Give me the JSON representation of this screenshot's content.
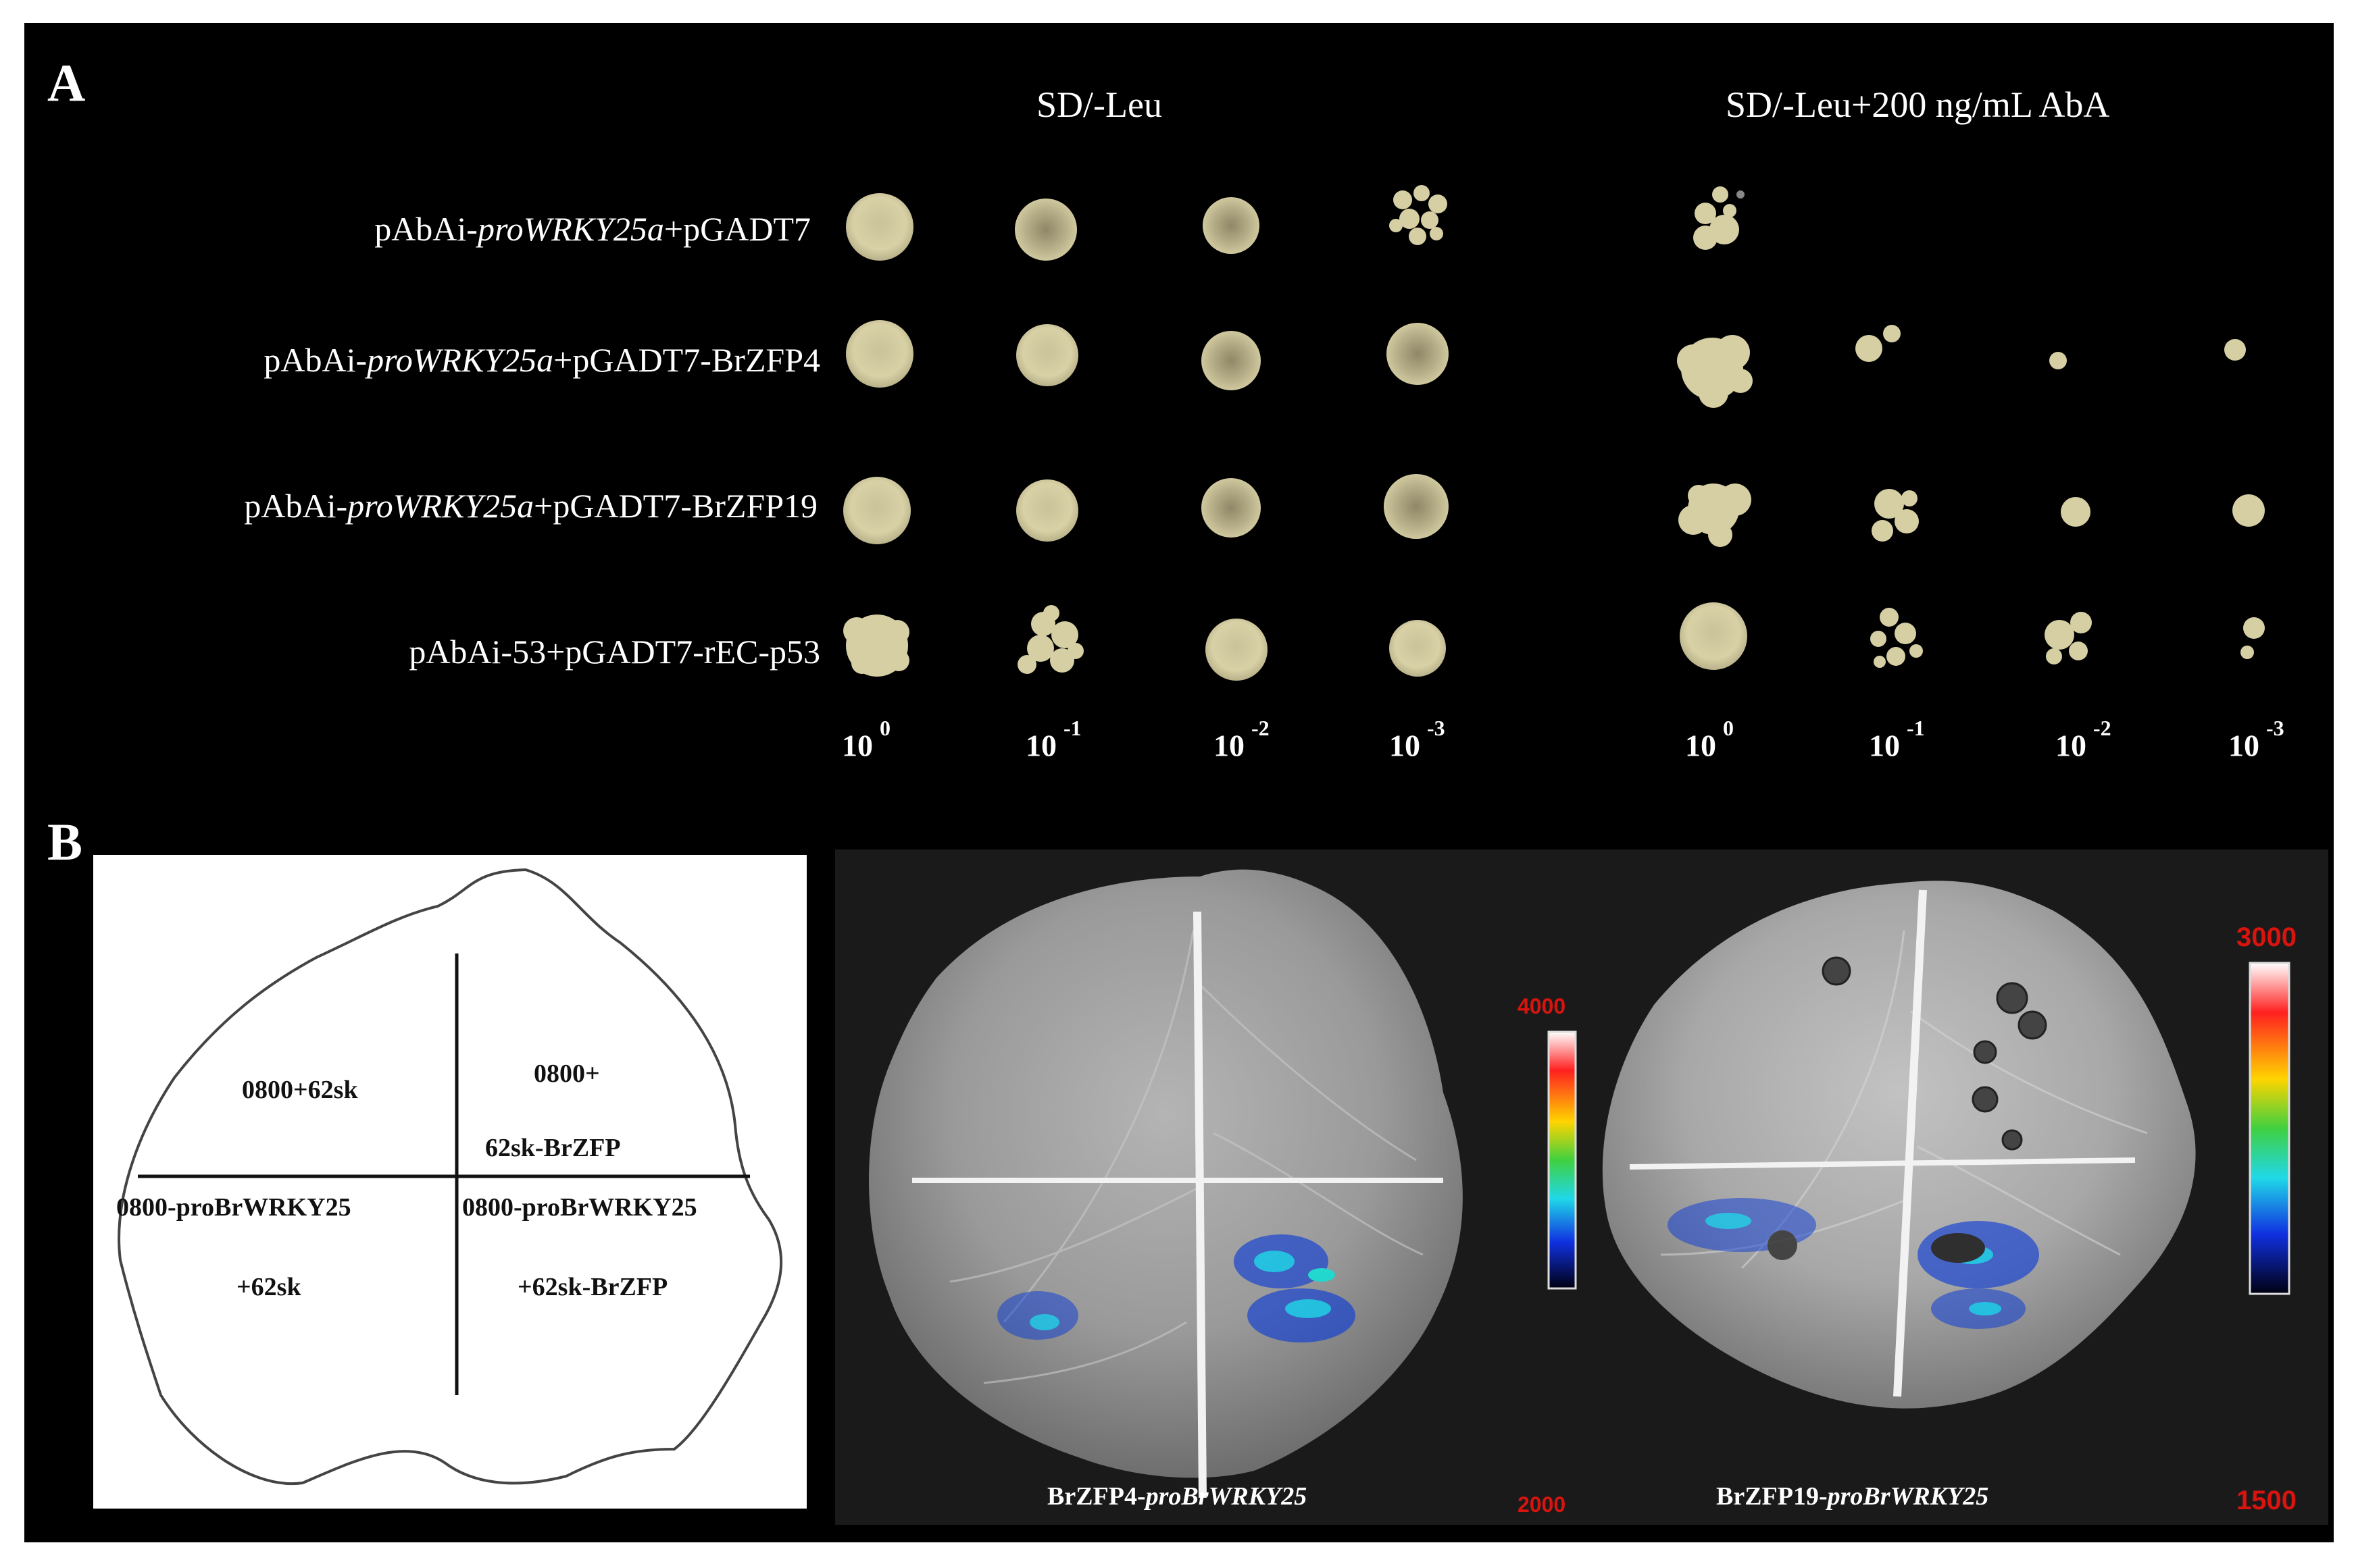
{
  "panels": {
    "a_letter": "A",
    "b_letter": "B"
  },
  "panel_a": {
    "conditions": [
      "SD/-Leu",
      "SD/-Leu+200 ng/mL AbA"
    ],
    "strains": [
      {
        "pre": "pAbAi-",
        "ital": "proWRKY25a",
        "post": "+pGADT7"
      },
      {
        "pre": "pAbAi-",
        "ital": "proWRKY25a",
        "post": "+pGADT7-BrZFP4"
      },
      {
        "pre": "pAbAi-",
        "ital": "proWRKY25a",
        "post": "+pGADT7-BrZFP19"
      },
      {
        "pre": "pAbAi-53+pGADT7-rEC-p53",
        "ital": "",
        "post": ""
      }
    ],
    "dilutions": [
      {
        "base": "10",
        "exp": "0"
      },
      {
        "base": "10",
        "exp": "-1"
      },
      {
        "base": "10",
        "exp": "-2"
      },
      {
        "base": "10",
        "exp": "-3"
      },
      {
        "base": "10",
        "exp": "0"
      },
      {
        "base": "10",
        "exp": "-1"
      },
      {
        "base": "10",
        "exp": "-2"
      },
      {
        "base": "10",
        "exp": "-3"
      }
    ]
  },
  "panel_b": {
    "diagram": {
      "q1": "0800+62sk",
      "q2_line1": "0800+",
      "q2_line2": "62sk-BrZFP",
      "q3_line1": "0800-proBrWRKY25",
      "q3_line2": "+62sk",
      "q4_line1": "0800-proBrWRKY25",
      "q4_line2": "+62sk-BrZFP"
    },
    "image1": {
      "caption_pre": "BrZFP4-",
      "caption_ital": "proBrWRKY25",
      "scale_max": "4000",
      "scale_min": "2000"
    },
    "image2": {
      "caption_pre": "BrZFP19-",
      "caption_ital": "proBrWRKY25",
      "scale_max": "3000",
      "scale_min": "1500"
    }
  },
  "colors": {
    "background": "#000000",
    "colony": "#d6cfa2",
    "colony_dark": "#9e9670",
    "leaf": "#9a9a9a",
    "scale_label": "#d8140f"
  }
}
